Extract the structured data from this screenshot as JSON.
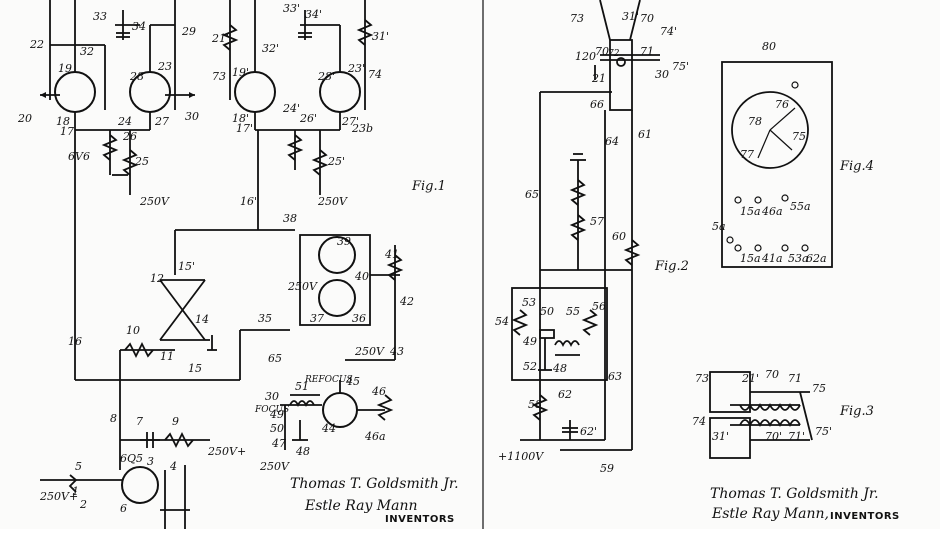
{
  "figures": {
    "fig1": "Fig.1",
    "fig2": "Fig.2",
    "fig3": "Fig.3",
    "fig4": "Fig.4"
  },
  "voltages": {
    "v250a": "250V",
    "v250b": "250V",
    "v250c": "250V",
    "v250d": "250V",
    "v250e": "250V",
    "v250plus_a": "250V+",
    "v250plus_b": "250V+",
    "v1100": "+1100V"
  },
  "tubes": {
    "t6v6": "6V6",
    "t6q5": "6Q5"
  },
  "controls": {
    "focus": "FOCUS",
    "refocus": "REFOCUS"
  },
  "fig1_labels": {
    "l22": "22",
    "l19": "19",
    "l32": "32",
    "l33": "33",
    "l34": "34",
    "l28": "28",
    "l23": "23",
    "l29": "29",
    "l20": "20",
    "l18": "18",
    "l17": "17",
    "l24": "24",
    "l26": "26",
    "l27": "27",
    "l30": "30",
    "l25": "25",
    "l21p": "21'",
    "l33p": "33'",
    "l34p": "34'",
    "l31p": "31'",
    "l73": "73",
    "l19p": "19'",
    "l32p": "32'",
    "l28p": "28'",
    "l23p": "23'",
    "l74": "74",
    "l18p": "18'",
    "l17p": "17'",
    "l24p": "24'",
    "l26p": "26'",
    "l27p": "27'",
    "l23b": "23b",
    "l25p": "25'",
    "l16p": "16'",
    "l38": "38",
    "l39": "39",
    "l41": "41",
    "l40": "40",
    "l12": "12",
    "l15p": "15'",
    "l14": "14",
    "l16": "16",
    "l10": "10",
    "l11": "11",
    "l15": "15",
    "l35": "35",
    "l37": "37",
    "l36": "36",
    "l42": "42",
    "l43": "43",
    "l65": "65",
    "l51": "51",
    "l30b": "30",
    "l49": "49",
    "l50": "50",
    "l44": "44",
    "l45": "45",
    "l46": "46",
    "l46a": "46a",
    "l47": "47",
    "l48": "48",
    "l8": "8",
    "l7": "7",
    "l9": "9",
    "l3": "3",
    "l5": "5",
    "l4": "4",
    "l1": "1",
    "l2": "2",
    "l6": "6"
  },
  "fig2_labels": {
    "l73": "73",
    "l31p": "31'",
    "l70": "70",
    "l74p": "74'",
    "l120": "120",
    "l70b": "70",
    "l72": "72",
    "l71": "71",
    "l21": "21",
    "l30": "30",
    "l75p": "75'",
    "l66": "66",
    "l64": "64",
    "l61": "61",
    "l65": "65",
    "l57": "57",
    "l60": "60",
    "l54": "54",
    "l53": "53",
    "l50": "50",
    "l55": "55",
    "l56": "56",
    "l49": "49",
    "l52": "52",
    "l48": "48",
    "l63": "63",
    "l58": "58",
    "l62": "62",
    "l62p": "62'",
    "l59": "59"
  },
  "fig3_labels": {
    "l73": "73",
    "l21p": "21'",
    "l70": "70",
    "l71": "71",
    "l75": "75",
    "l74": "74",
    "l31p": "31'",
    "l70p": "70'",
    "l71p": "71'",
    "l75p": "75'"
  },
  "fig4_labels": {
    "l80": "80",
    "l76": "76",
    "l78": "78",
    "l77": "77",
    "l75": "75",
    "l5a": "5a",
    "l15a": "15a",
    "l46a": "46a",
    "l55a": "55a",
    "l15b": "15a",
    "l41a": "41a",
    "l53a": "53a",
    "l62a": "62a"
  },
  "signatures": {
    "name1_left": "Thomas T. Goldsmith Jr.",
    "name2_left": "Estle Ray Mann",
    "inventors_left": "INVENTORS",
    "name1_right": "Thomas T. Goldsmith Jr.",
    "name2_right": "Estle Ray Mann,",
    "inventors_right": "INVENTORS"
  }
}
